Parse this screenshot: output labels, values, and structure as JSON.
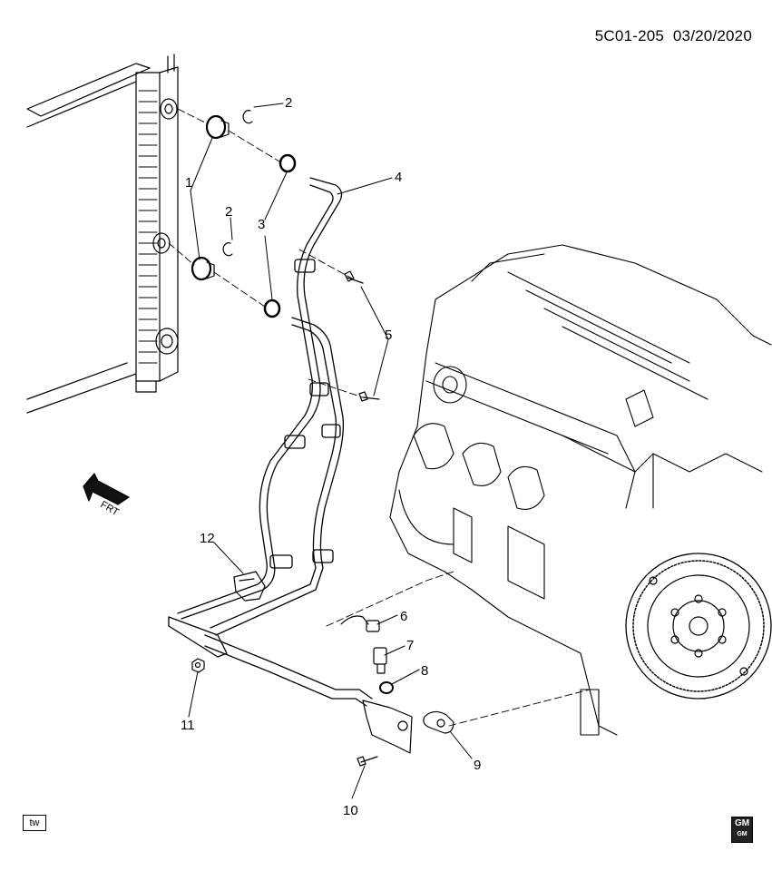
{
  "header": {
    "diagram_code": "5C01-205",
    "date": "03/20/2020"
  },
  "callouts": [
    "1",
    "2",
    "2",
    "3",
    "4",
    "5",
    "6",
    "7",
    "8",
    "9",
    "10",
    "11",
    "12"
  ],
  "direction_label": "FRT",
  "badges": {
    "corner_code": "tw",
    "brand_top": "GM",
    "brand_bottom": "GM"
  }
}
